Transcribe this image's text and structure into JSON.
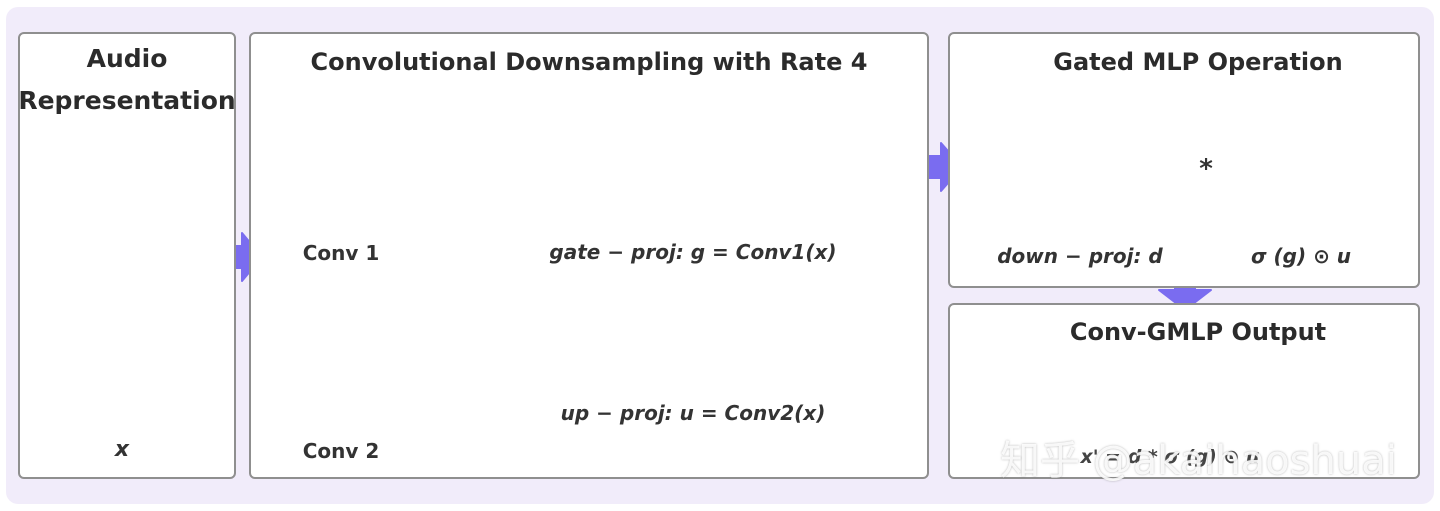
{
  "panels": {
    "audio": {
      "title_line1": "Audio",
      "title_line2": "Representation",
      "x_label": "x"
    },
    "conv": {
      "title": "Convolutional Downsampling with Rate 4",
      "conv1_label": "Conv 1",
      "conv2_label": "Conv 2",
      "gate_formula": "gate − proj: g = Conv1(x)",
      "up_formula": "up − proj: u = Conv2(x)"
    },
    "gmlp": {
      "title": "Gated MLP Operation",
      "down_formula": "down − proj: d",
      "gate_formula": "σ (g) ⊙ u",
      "multiply_symbol": "*",
      "dots": "···"
    },
    "output": {
      "title": "Conv-GMLP Output",
      "formula": "x' = d * σ (g) ⊙ u"
    }
  },
  "watermark": "知乎 @akaihaoshuai",
  "colors": {
    "background": "#f1ecfa",
    "audio_fill": "#dcc8fb",
    "audio_stroke": "#7b3fd0",
    "orange_dark": "#fccca8",
    "orange_light": "#fde5d3",
    "orange_stroke": "#d99356",
    "teal_dark": "#82dccf",
    "teal_light": "#cdf1ec",
    "teal_stroke": "#2e8d80",
    "blue_dark": "#6b96f2",
    "blue_light": "#b5ccf8",
    "blue_stroke": "#3f6ad8",
    "arrow": "#7a6cf0"
  }
}
